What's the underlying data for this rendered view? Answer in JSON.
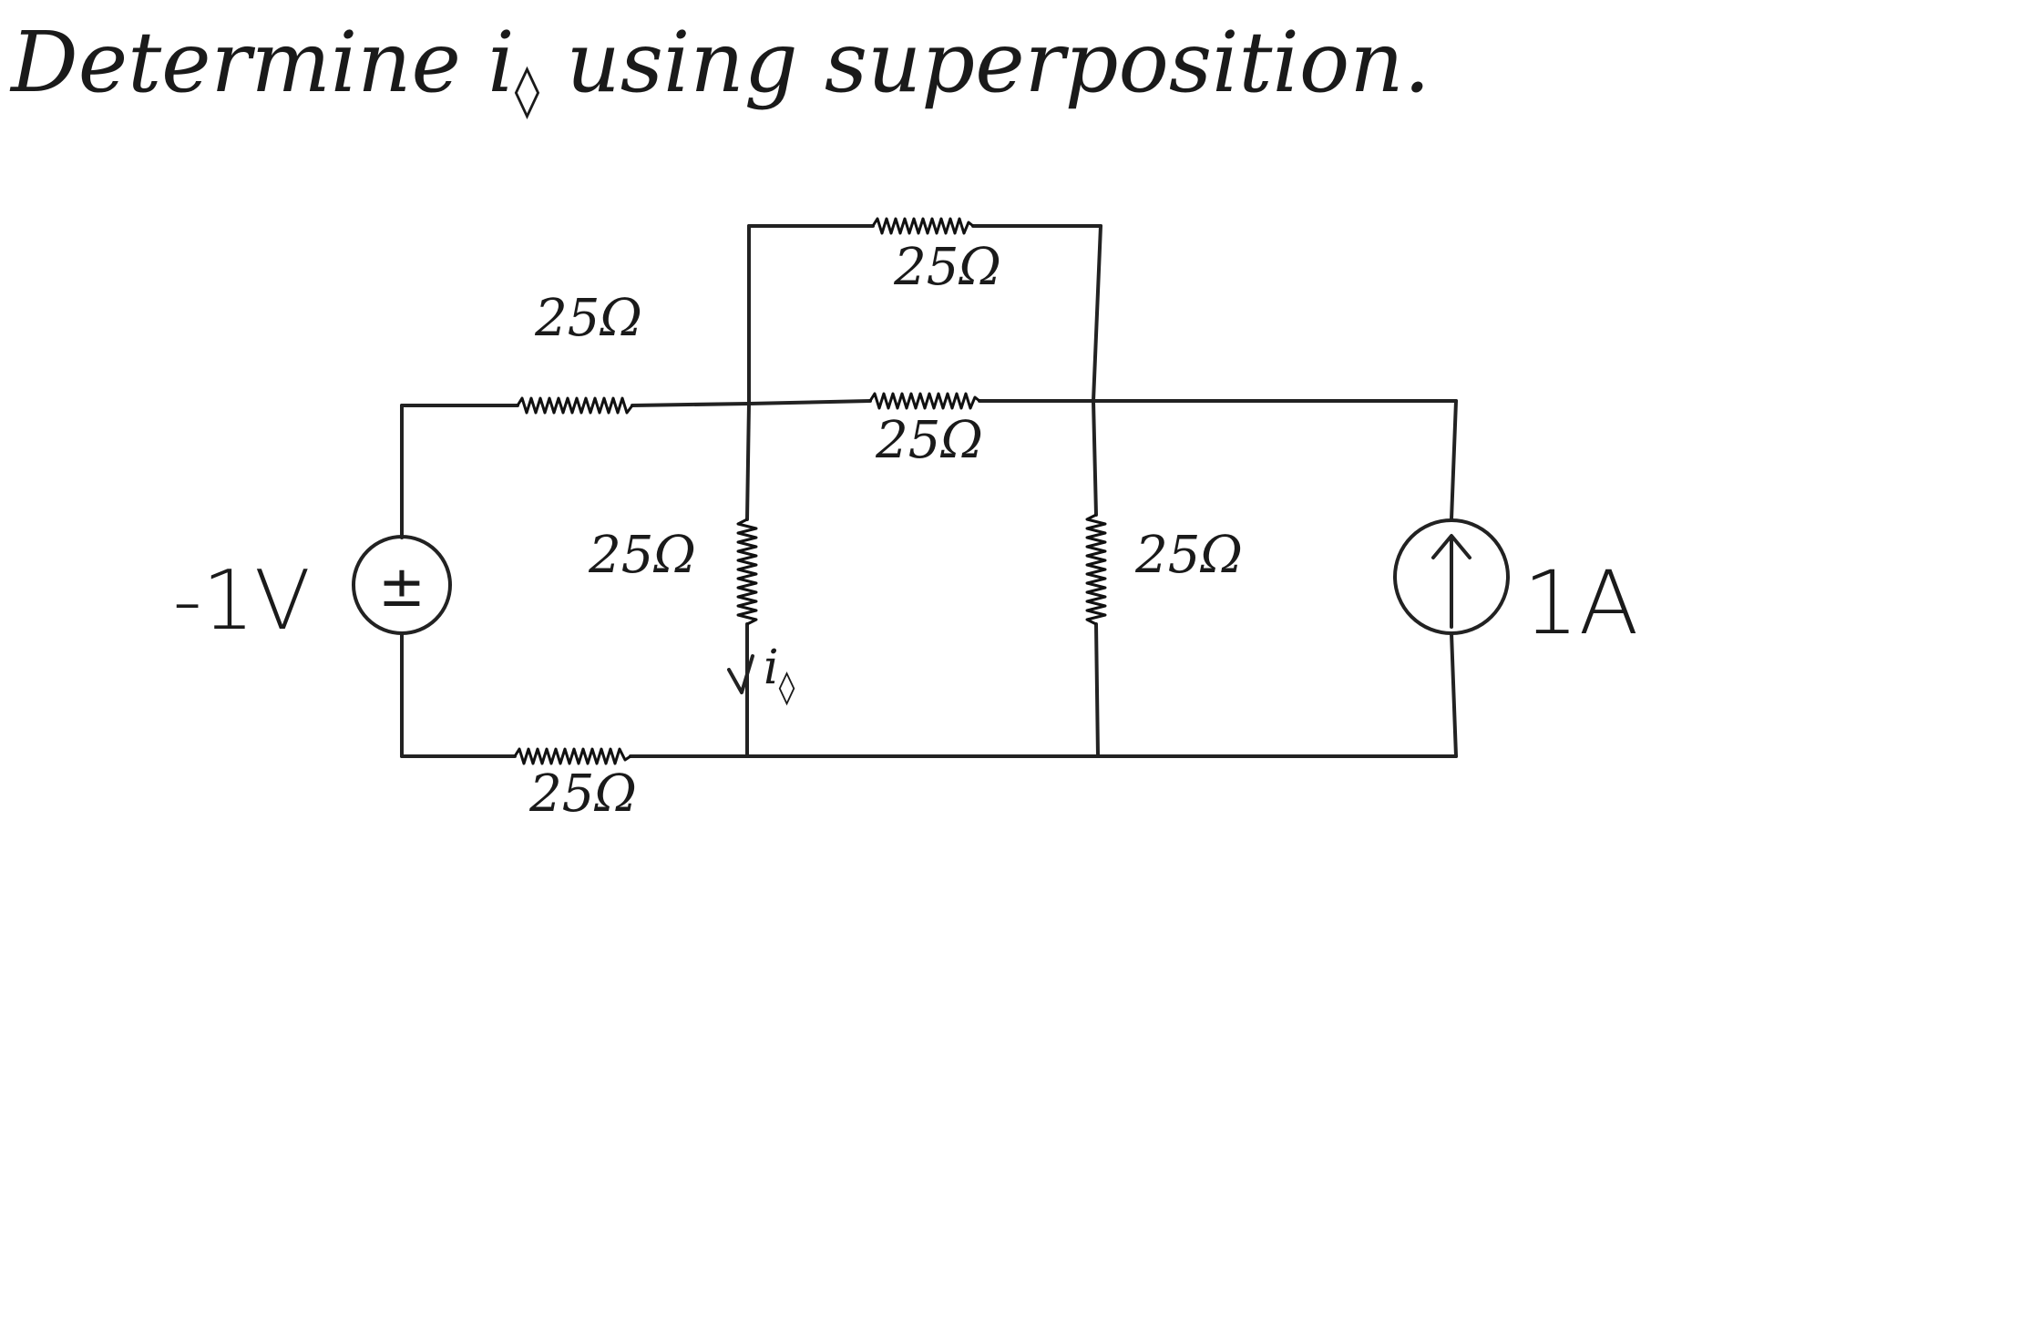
{
  "colors": {
    "ink": "#1a1a1a",
    "paper": "#ffffff"
  },
  "title": {
    "text": "Determine i",
    "subscript": "◊",
    "rest": " using superposition."
  },
  "resistors": {
    "top": "25Ω",
    "upper_left": "25Ω",
    "middle_horizontal": "25Ω",
    "left_vertical": "25Ω",
    "right_vertical": "25Ω",
    "bottom_left": "25Ω"
  },
  "voltage_source": {
    "value": "-1V",
    "symbol": "±",
    "icon": "voltage-source-icon"
  },
  "current_source": {
    "value": "1A",
    "icon": "current-source-arrow-icon"
  },
  "current_label": {
    "text": "i",
    "subscript": "◊"
  }
}
